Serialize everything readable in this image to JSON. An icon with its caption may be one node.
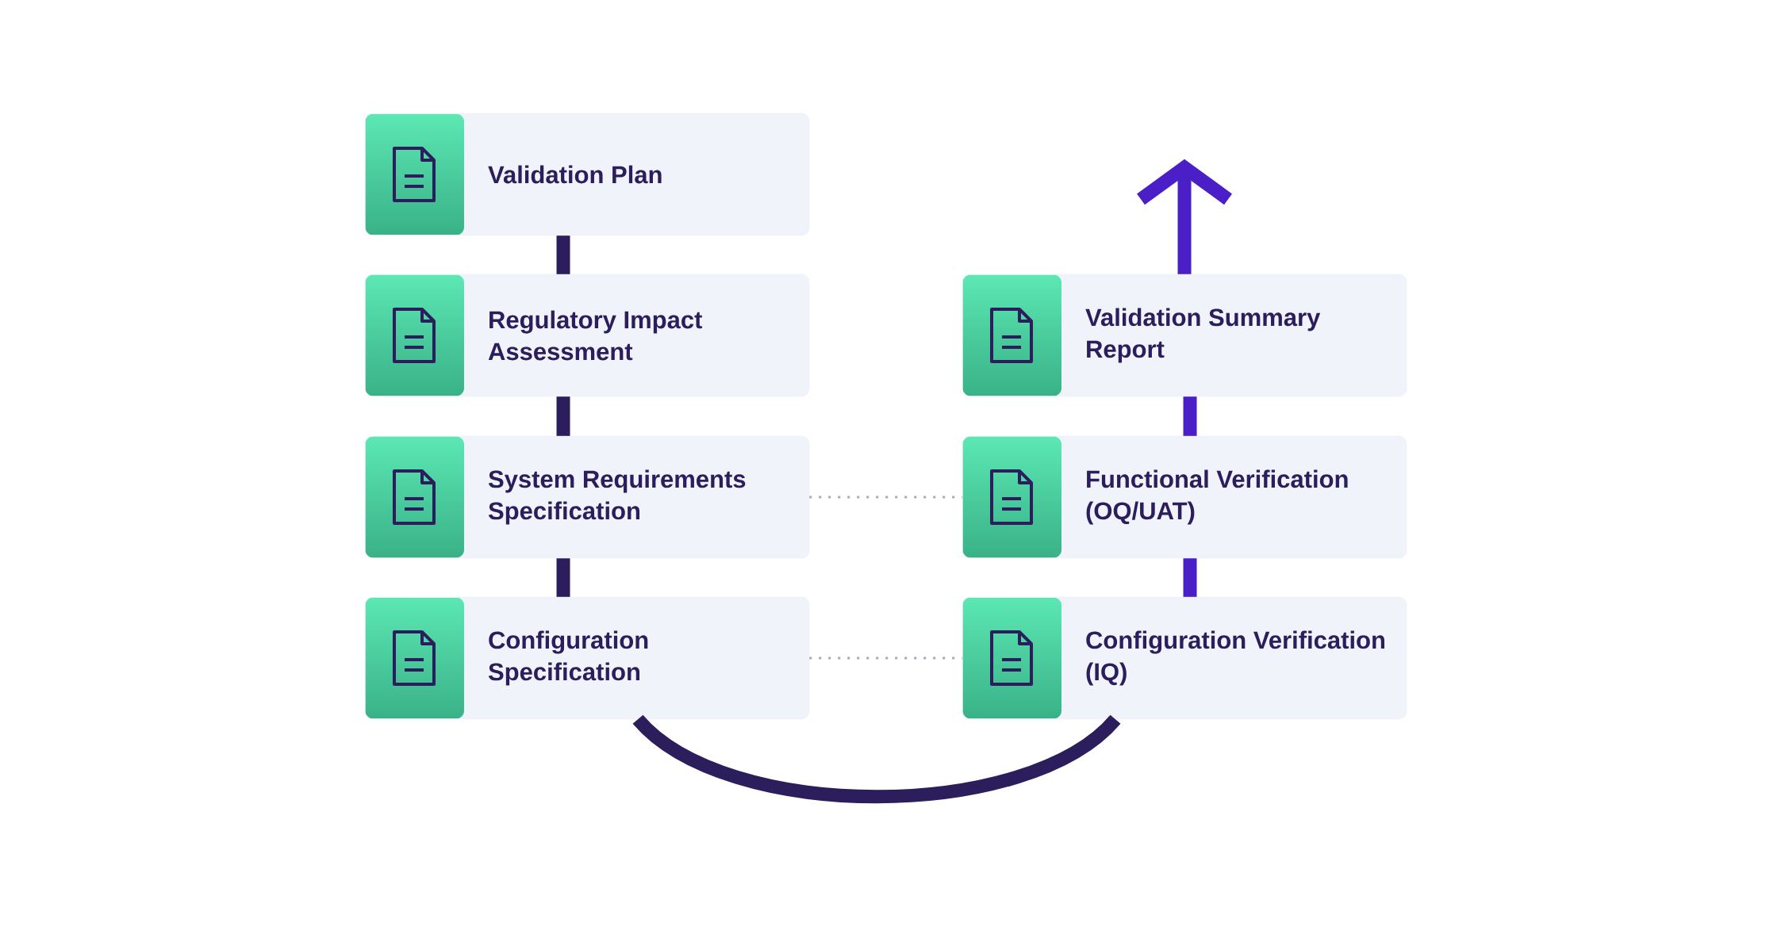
{
  "diagram": {
    "nodes": [
      {
        "text": [
          "Validation Plan"
        ]
      },
      {
        "text": [
          "Regulatory Impact Assessment"
        ]
      },
      {
        "text": [
          "Validation Summary Report"
        ]
      },
      {
        "text": [
          "System Requirements Specification"
        ]
      },
      {
        "text": [
          "Functional Verification (OQ/UAT)"
        ]
      },
      {
        "text": [
          "Configuration Specification"
        ]
      },
      {
        "text": [
          "Configuration Verification (IQ)"
        ]
      }
    ],
    "edges": [
      {
        "from": 0,
        "to": 1,
        "arrow": "none"
      },
      {
        "from": 1,
        "to": 3,
        "arrow": "none"
      },
      {
        "from": 3,
        "to": 5,
        "arrow": "none"
      },
      {
        "from": 5,
        "to": 6,
        "arrow": "none"
      },
      {
        "from": 6,
        "to": 4,
        "arrow": "none",
        "color": "#4a1fc8"
      },
      {
        "from": 4,
        "to": 2,
        "arrow": "none",
        "color": "#4a1fc8"
      },
      {
        "from": 2,
        "to": null,
        "arrow": "to",
        "color": "#4a1fc8"
      },
      {
        "from": 3,
        "to": 4,
        "arrow": "none",
        "style": "dashed",
        "color": "#a8a8b8"
      },
      {
        "from": 5,
        "to": 6,
        "arrow": "none",
        "style": "dashed",
        "color": "#a8a8b8"
      }
    ]
  }
}
